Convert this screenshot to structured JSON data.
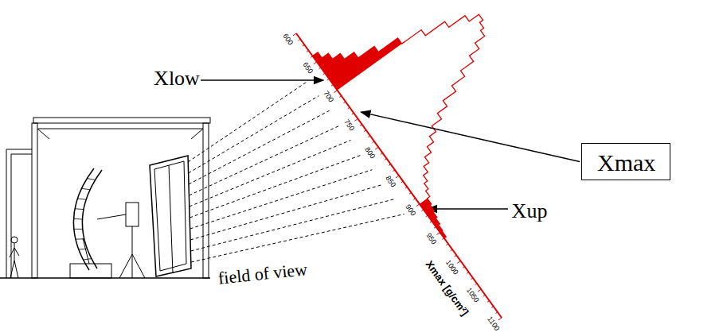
{
  "diagram": {
    "nodes": [
      {
        "text": [
          "Xmax"
        ]
      }
    ],
    "labels": [
      "Xlow",
      "Xup",
      "field of view",
      "600",
      "650",
      "700",
      "750",
      "800",
      "850",
      "900",
      "950",
      "1000",
      "1050",
      "1100",
      "Xmax [g/cm²]"
    ]
  }
}
